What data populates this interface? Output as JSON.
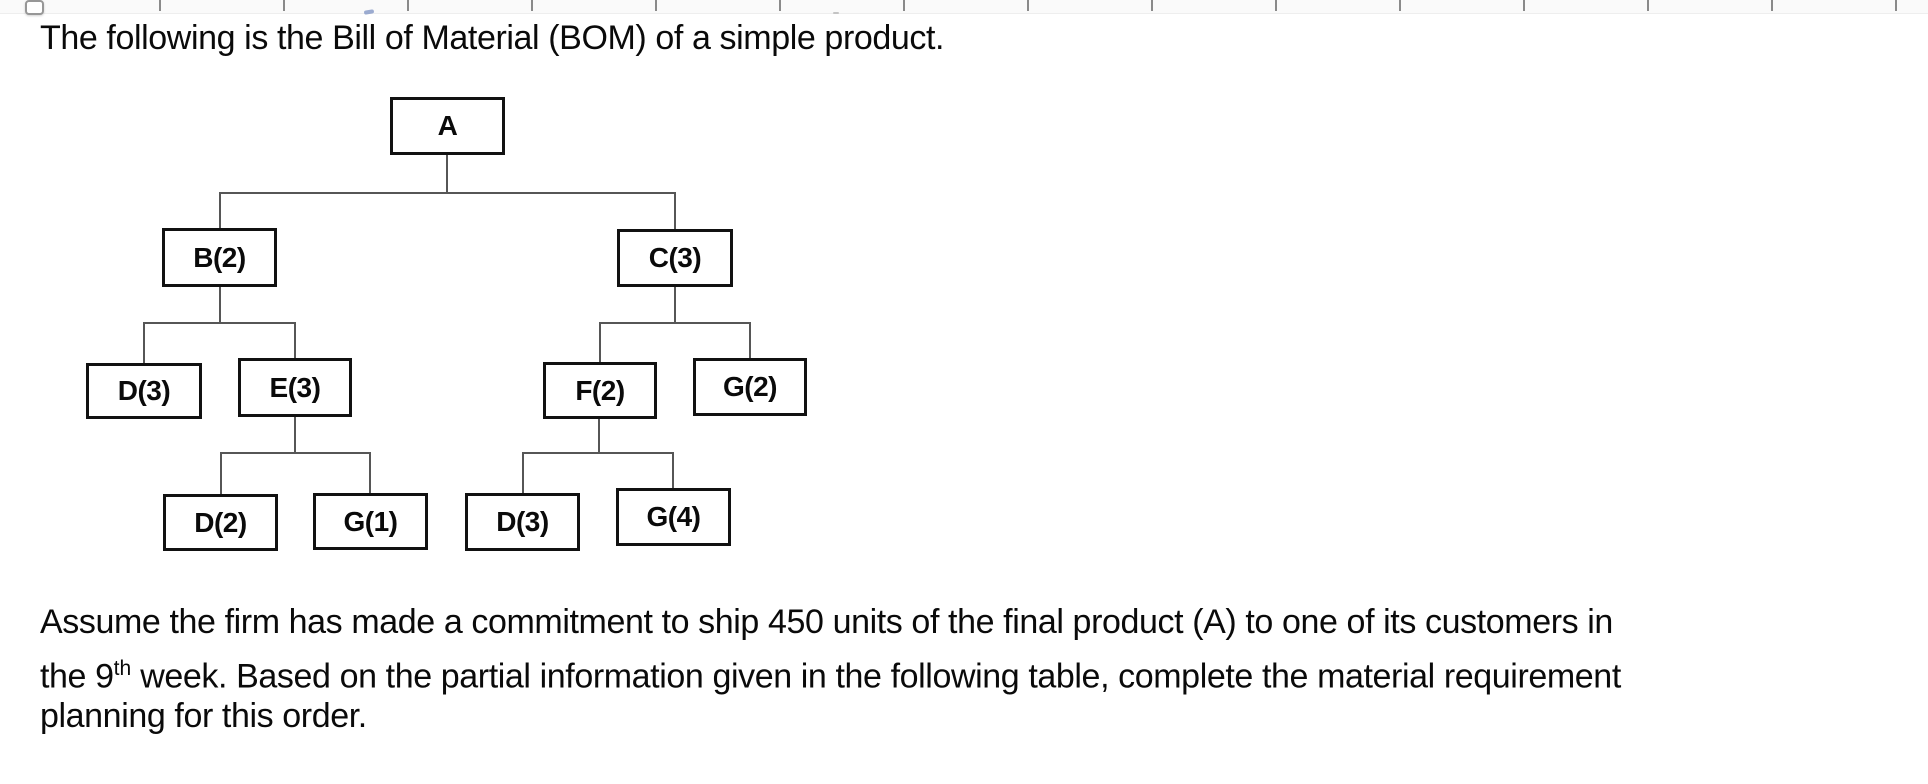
{
  "document": {
    "intro_text": "The following is the Bill of Material (BOM) of a simple product.",
    "paragraph": {
      "line1": "Assume the firm has made a commitment to ship 450 units of the final product (A) to one of its customers in",
      "line2_pre": "the 9",
      "line2_sup": "th",
      "line2_post": " week. Based on the partial information given in the following table, complete the material requirement",
      "line3": "planning for this order."
    }
  },
  "bom_tree": {
    "type": "tree-diagram",
    "root": "A",
    "nodes": [
      {
        "label": "A",
        "item": "A",
        "qty_per_parent": null,
        "parent": null
      },
      {
        "label": "B(2)",
        "item": "B",
        "qty_per_parent": 2,
        "parent": "A"
      },
      {
        "label": "C(3)",
        "item": "C",
        "qty_per_parent": 3,
        "parent": "A"
      },
      {
        "label": "D(3)",
        "item": "D",
        "qty_per_parent": 3,
        "parent": "B"
      },
      {
        "label": "E(3)",
        "item": "E",
        "qty_per_parent": 3,
        "parent": "B"
      },
      {
        "label": "F(2)",
        "item": "F",
        "qty_per_parent": 2,
        "parent": "C"
      },
      {
        "label": "G(2)",
        "item": "G",
        "qty_per_parent": 2,
        "parent": "C"
      },
      {
        "label": "D(2)",
        "item": "D",
        "qty_per_parent": 2,
        "parent": "E"
      },
      {
        "label": "G(1)",
        "item": "G",
        "qty_per_parent": 1,
        "parent": "E"
      },
      {
        "label": "D(3)",
        "item": "D",
        "qty_per_parent": 3,
        "parent": "F"
      },
      {
        "label": "G(4)",
        "item": "G",
        "qty_per_parent": 4,
        "parent": "F"
      }
    ]
  },
  "colors": {
    "node_border": "#111111",
    "connector": "#565656",
    "text": "#0a0a0a",
    "ruler_bg": "#fafafa",
    "ruler_tick": "#8a8a8a"
  }
}
